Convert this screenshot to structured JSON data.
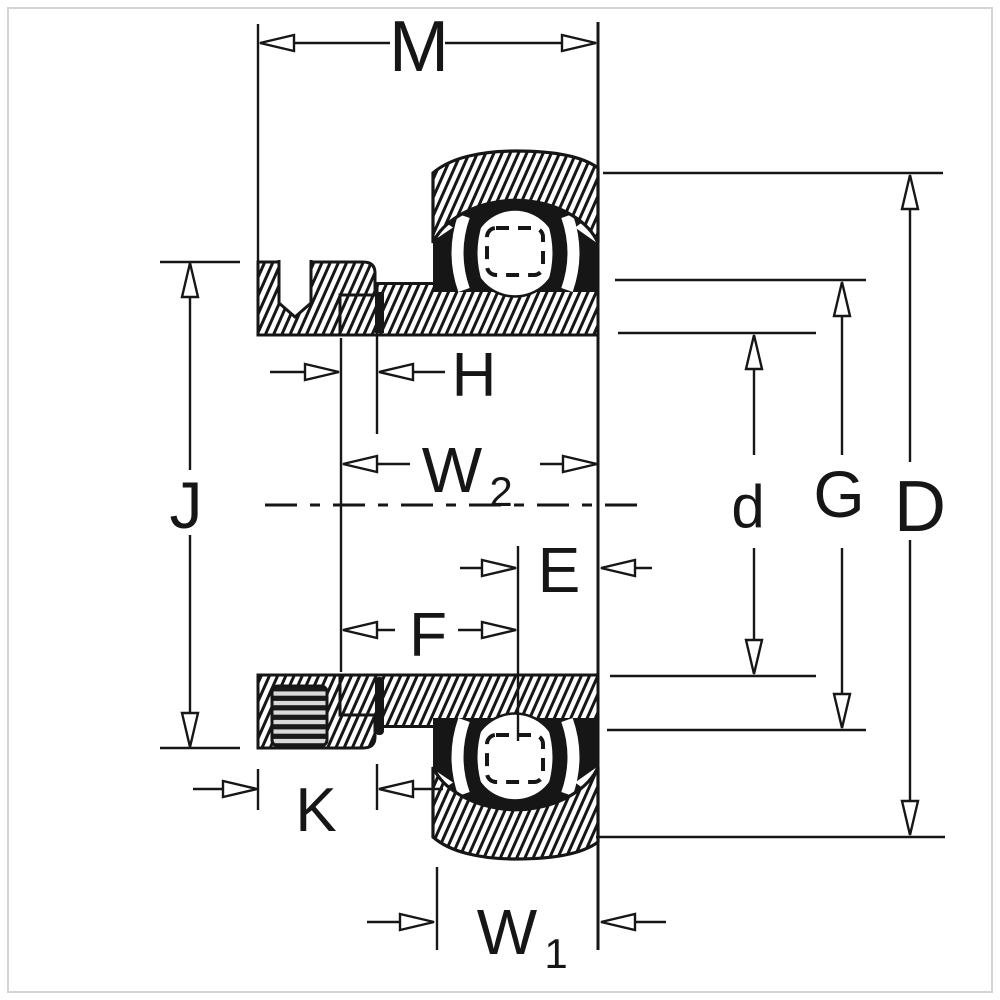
{
  "diagram": {
    "ink_color": "#161616",
    "background_color": "#ffffff",
    "dimension_labels": {
      "M": "M",
      "H": "H",
      "W2_main": "W",
      "W2_sub": "2",
      "J": "J",
      "d": "d",
      "G": "G",
      "D": "D",
      "E": "E",
      "F": "F",
      "K": "K",
      "W1_main": "W",
      "W1_sub": "1"
    }
  }
}
